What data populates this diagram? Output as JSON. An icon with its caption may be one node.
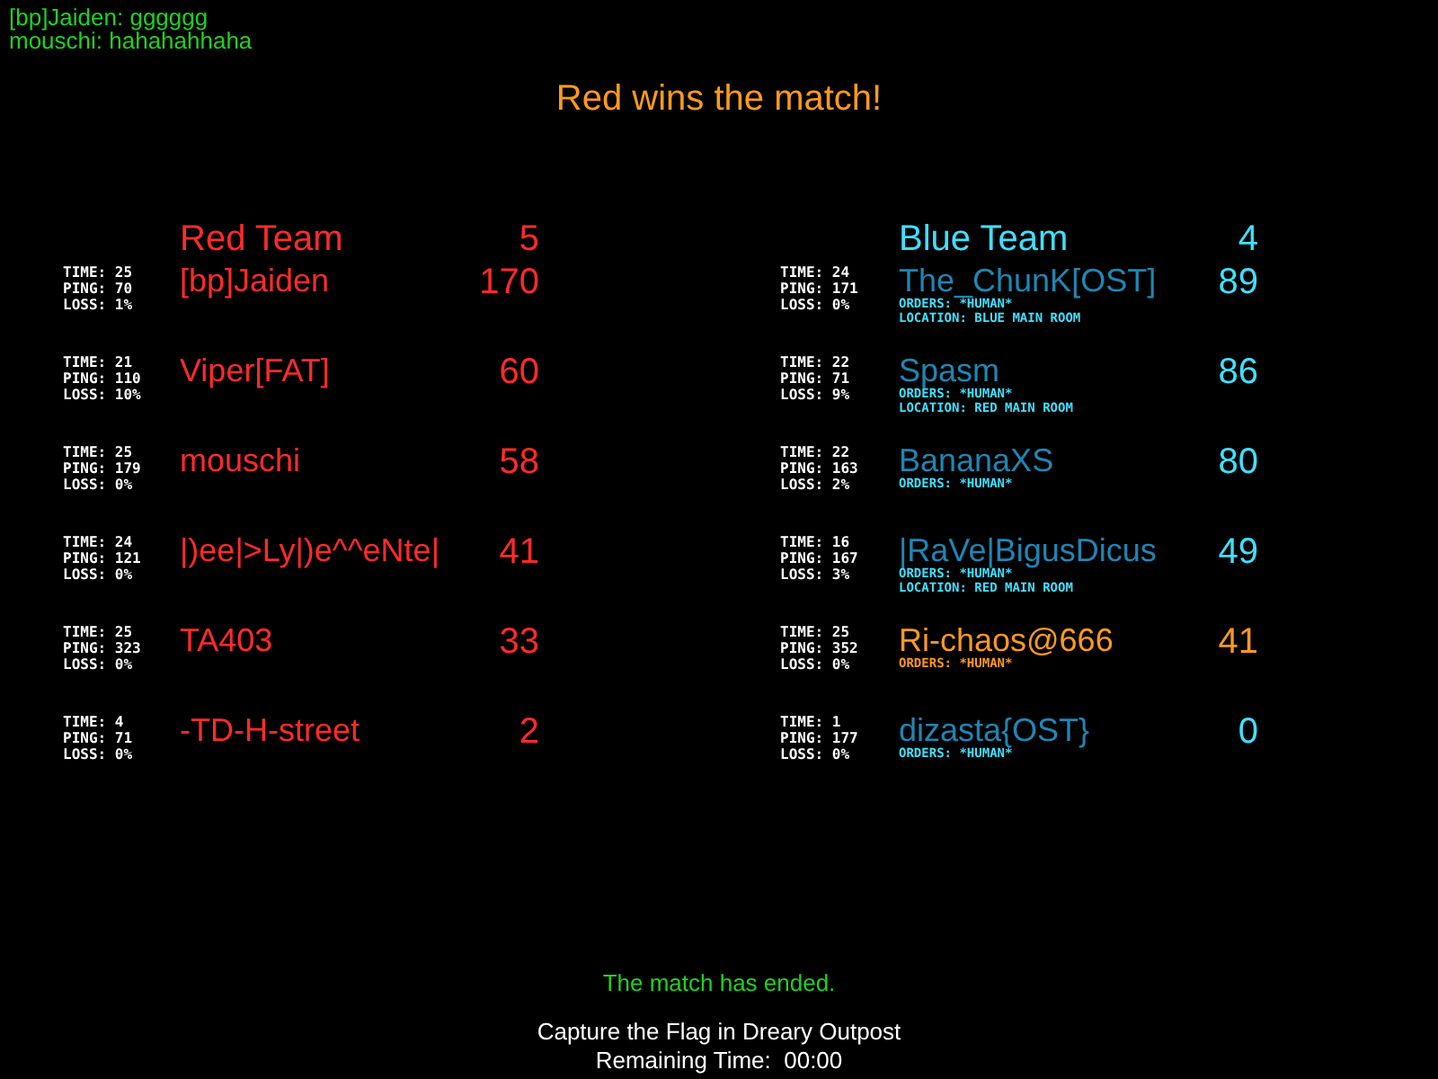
{
  "diagram": {
    "title": "Red wins the match!",
    "labels": [
      "[bp]Jaiden: gggggg",
      "mouschi: hahahahhaha",
      "Red Team",
      "5",
      "Blue Team",
      "4",
      "TIME: 25",
      "PING: 70",
      "LOSS: 1%",
      "[bp]Jaiden",
      "170",
      "TIME: 21",
      "PING: 110",
      "LOSS: 10%",
      "Viper[FAT]",
      "60",
      "TIME: 25",
      "PING: 179",
      "LOSS: 0%",
      "mouschi",
      "58",
      "TIME: 24",
      "PING: 121",
      "LOSS: 0%",
      "|)ee|>Ly|)e^^eNte|",
      "41",
      "TIME: 25",
      "PING: 323",
      "LOSS: 0%",
      "TA403",
      "33",
      "TIME: 4",
      "PING: 71",
      "LOSS: 0%",
      "-TD-H-street",
      "2",
      "TIME: 24",
      "PING: 171",
      "LOSS: 0%",
      "The_ChunK[OST]",
      "ORDERS: *HUMAN*",
      "LOCATION: BLUE MAIN ROOM",
      "89",
      "TIME: 22",
      "PING: 71",
      "LOSS: 9%",
      "Spasm",
      "ORDERS: *HUMAN*",
      "LOCATION: RED MAIN ROOM",
      "86",
      "TIME: 22",
      "PING: 163",
      "LOSS: 2%",
      "BananaXS",
      "ORDERS: *HUMAN*",
      "80",
      "TIME: 16",
      "PING: 167",
      "LOSS: 3%",
      "|RaVe|BigusDicus",
      "ORDERS: *HUMAN*",
      "LOCATION: RED MAIN ROOM",
      "49",
      "TIME: 25",
      "PING: 352",
      "LOSS: 0%",
      "Ri-chaos@666",
      "ORDERS: *HUMAN*",
      "41",
      "TIME: 1",
      "PING: 177",
      "LOSS: 0%",
      "dizasta{OST}",
      "ORDERS: *HUMAN*",
      "0",
      "The match has ended.",
      "Capture the Flag in Dreary Outpost",
      "Remaining Time:  00:00"
    ]
  }
}
